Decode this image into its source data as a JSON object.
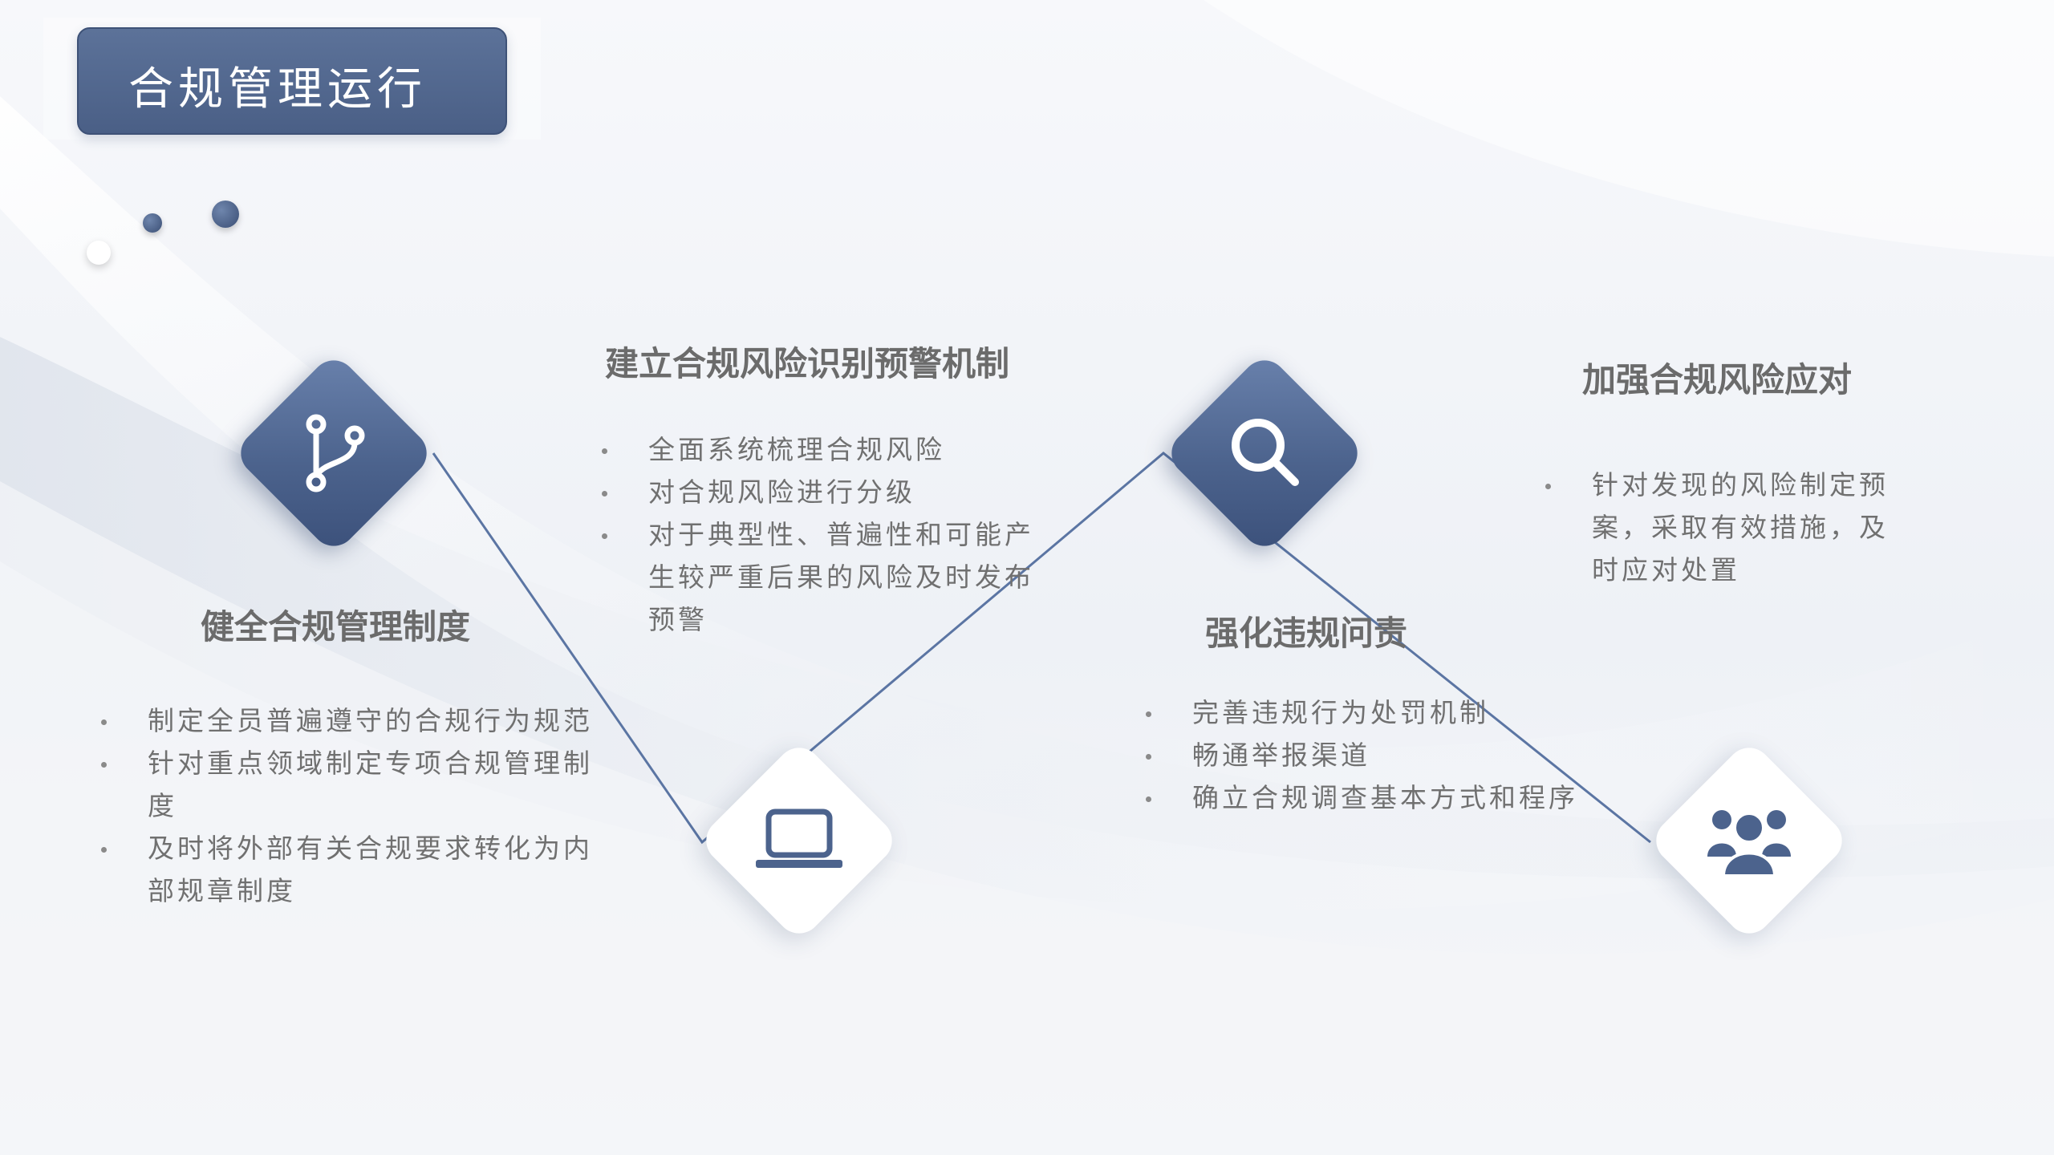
{
  "page": {
    "title": "合规管理运行"
  },
  "colors": {
    "accent": "#4c638d",
    "accent_light": "#6a82ad",
    "heading_text": "#6b6b6b",
    "body_text": "#707070",
    "connector_line": "#5b75a3"
  },
  "steps": [
    {
      "icon": "branch-icon",
      "heading": "健全合规管理制度",
      "bullets": [
        "制定全员普遍遵守的合规行为规范",
        "针对重点领域制定专项合规管理制度",
        "及时将外部有关合规要求转化为内部规章制度"
      ]
    },
    {
      "icon": "laptop-icon",
      "heading": "建立合规风险识别预警机制",
      "bullets": [
        "全面系统梳理合规风险",
        "对合规风险进行分级",
        "对于典型性、普遍性和可能产生较严重后果的风险及时发布预警"
      ]
    },
    {
      "icon": "search-icon",
      "heading": "强化违规问责",
      "bullets": [
        "完善违规行为处罚机制",
        "畅通举报渠道",
        "确立合规调查基本方式和程序"
      ]
    },
    {
      "icon": "users-icon",
      "heading": "加强合规风险应对",
      "bullets": [
        "针对发现的风险制定预案，采取有效措施，及时应对处置"
      ]
    }
  ]
}
